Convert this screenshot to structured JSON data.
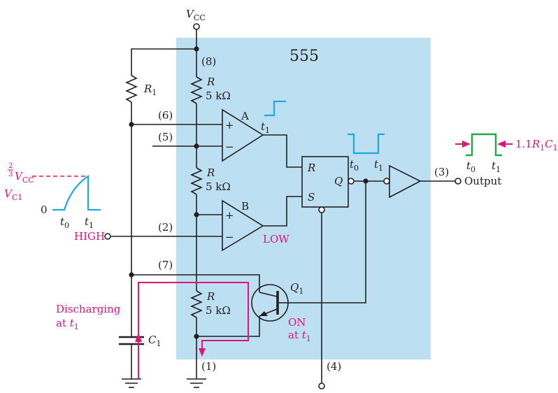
{
  "chip": {
    "label": "555",
    "fill_color": "#bcdff2"
  },
  "supply": {
    "label": "V",
    "sub": "CC"
  },
  "pins": {
    "p8": "(8)",
    "p6": "(6)",
    "p5": "(5)",
    "p2": "(2)",
    "p7": "(7)",
    "p1": "(1)",
    "p4": "(4)",
    "p3": "(3)"
  },
  "resistors": {
    "r1": {
      "name": "R",
      "sub": "1"
    },
    "divider": [
      {
        "name": "R",
        "value": "5 kΩ"
      },
      {
        "name": "R",
        "value": "5 kΩ"
      },
      {
        "name": "R",
        "value": "5 kΩ"
      }
    ]
  },
  "comparators": {
    "a": {
      "name": "A",
      "plus": "+",
      "minus": "−"
    },
    "b": {
      "name": "B",
      "plus": "+",
      "minus": "−"
    }
  },
  "flipflop": {
    "r": "R",
    "s": "S",
    "q": "Q"
  },
  "transistor": {
    "name": "Q",
    "sub": "1",
    "state_line1": "ON",
    "state_line2": "at ",
    "state_sub": "1",
    "state_t": "t"
  },
  "capacitor": {
    "name": "C",
    "sub": "1"
  },
  "input": {
    "label": "HIGH"
  },
  "output": {
    "label": "Output"
  },
  "comparator_b_output": "LOW",
  "waveforms": {
    "vc1": {
      "name": "V",
      "sub": "C1",
      "zero": "0",
      "frac_num": "2",
      "frac_den": "3",
      "level_v": "V",
      "level_sub": "CC",
      "t0": "t",
      "t0_sub": "0",
      "t1": "t",
      "t1_sub": "1"
    },
    "comp_a": {
      "t1": "t",
      "t1_sub": "1"
    },
    "q_wave": {
      "t0": "t",
      "t0_sub": "0",
      "t1": "t",
      "t1_sub": "1"
    },
    "out_wave": {
      "t0": "t",
      "t0_sub": "0",
      "t1": "t",
      "t1_sub": "1",
      "width_pre": "1.1",
      "width_r": "R",
      "width_r_sub": "1",
      "width_c": "C",
      "width_c_sub": "1"
    }
  },
  "discharge": {
    "line1": "Discharging",
    "line2": "at ",
    "t": "t",
    "sub": "1"
  },
  "colors": {
    "cyan": "#1ea7e1",
    "green": "#22a84a",
    "magenta": "#e0137a",
    "chip_blue": "#bcdff2",
    "ink": "#231f20"
  }
}
